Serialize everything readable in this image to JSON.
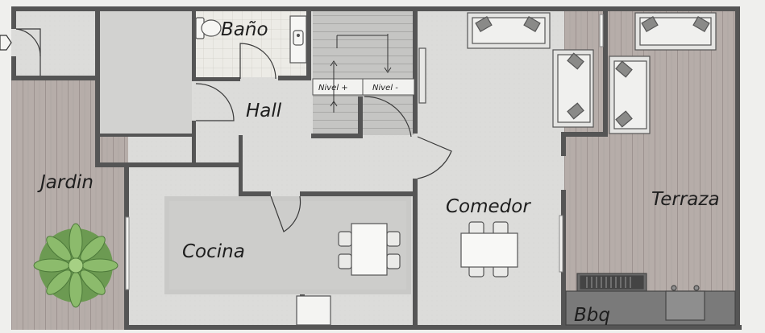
{
  "rooms": {
    "bano": "Baño",
    "hall": "Hall",
    "jardin": "Jardin",
    "cocina": "Cocina",
    "comedor": "Comedor",
    "terraza": "Terraza",
    "bbq": "Bbq"
  },
  "stairs": {
    "up": "Nivel +",
    "down": "Nivel -"
  },
  "colors": {
    "wall": "#545454",
    "floor": "#dcdcda",
    "deck": "#b5aca8",
    "plant": "#7aa860"
  }
}
